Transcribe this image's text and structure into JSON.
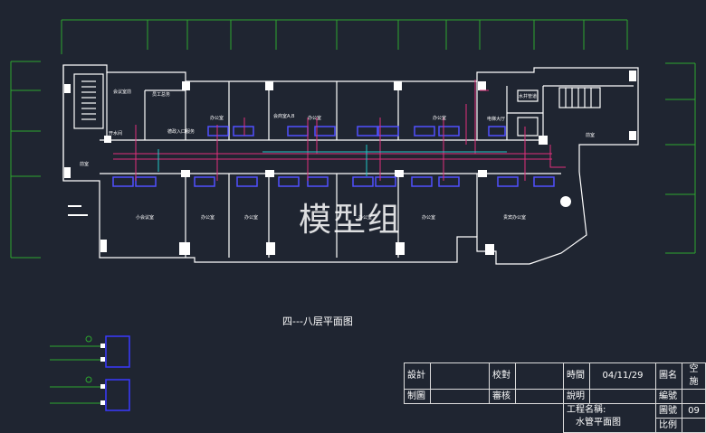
{
  "watermark": "模型组",
  "plan_title": "四---八层平面图",
  "rooms": {
    "r1": "会议室前",
    "r2": "员工总务",
    "r3": "开水间",
    "r4": "德政入口服务",
    "r5": "办公室",
    "r6": "会商室A,B",
    "r7": "办公室",
    "r8": "办公室",
    "r9": "电梯大厅",
    "r10": "水井管道",
    "r11": "前室",
    "r12": "前室",
    "r13": "小会议室",
    "r14": "办公室",
    "r15": "办公室",
    "r16": "办公室",
    "r17": "办公室",
    "r18": "贵宾办公室"
  },
  "title_block": {
    "design": "設計",
    "check": "校對",
    "time": "時間",
    "date": "04/11/29",
    "drawing_name": "圖名",
    "drawing_name_value": "空施",
    "draft": "制圖",
    "review": "審核",
    "note": "說明",
    "number": "編號",
    "project_name": "工程名稱:",
    "drawing_title": "水管平面图",
    "drawing_no": "圖號",
    "drawing_no_value": "09",
    "scale": "比例"
  },
  "colors": {
    "background": "#1f2531",
    "wall": "#ffffff",
    "pipe_red": "#e0307a",
    "pipe_cyan": "#20c8c8",
    "unit_blue": "#3a3aff",
    "grid_green": "#2ea82e"
  }
}
